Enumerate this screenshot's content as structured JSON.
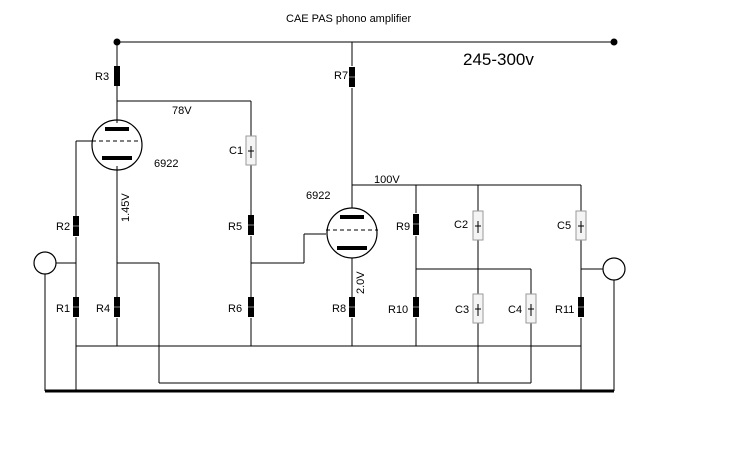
{
  "diagram": {
    "title": "CAE PAS phono amplifier",
    "supply_voltage": "245-300v",
    "tubes": [
      {
        "id": "V1",
        "label": "6922"
      },
      {
        "id": "V2",
        "label": "6922"
      }
    ],
    "voltages": {
      "v1_plate": "78V",
      "v1_cathode": "1.45V",
      "v2_plate": "100V",
      "v2_cathode": "2.0V"
    },
    "resistors": {
      "R1": "R1",
      "R2": "R2",
      "R3": "R3",
      "R4": "R4",
      "R5": "R5",
      "R6": "R6",
      "R7": "R7",
      "R8": "R8",
      "R9": "R9",
      "R10": "R10",
      "R11": "R11"
    },
    "capacitors": {
      "C1": "C1",
      "C2": "C2",
      "C3": "C3",
      "C4": "C4",
      "C5": "C5"
    }
  }
}
